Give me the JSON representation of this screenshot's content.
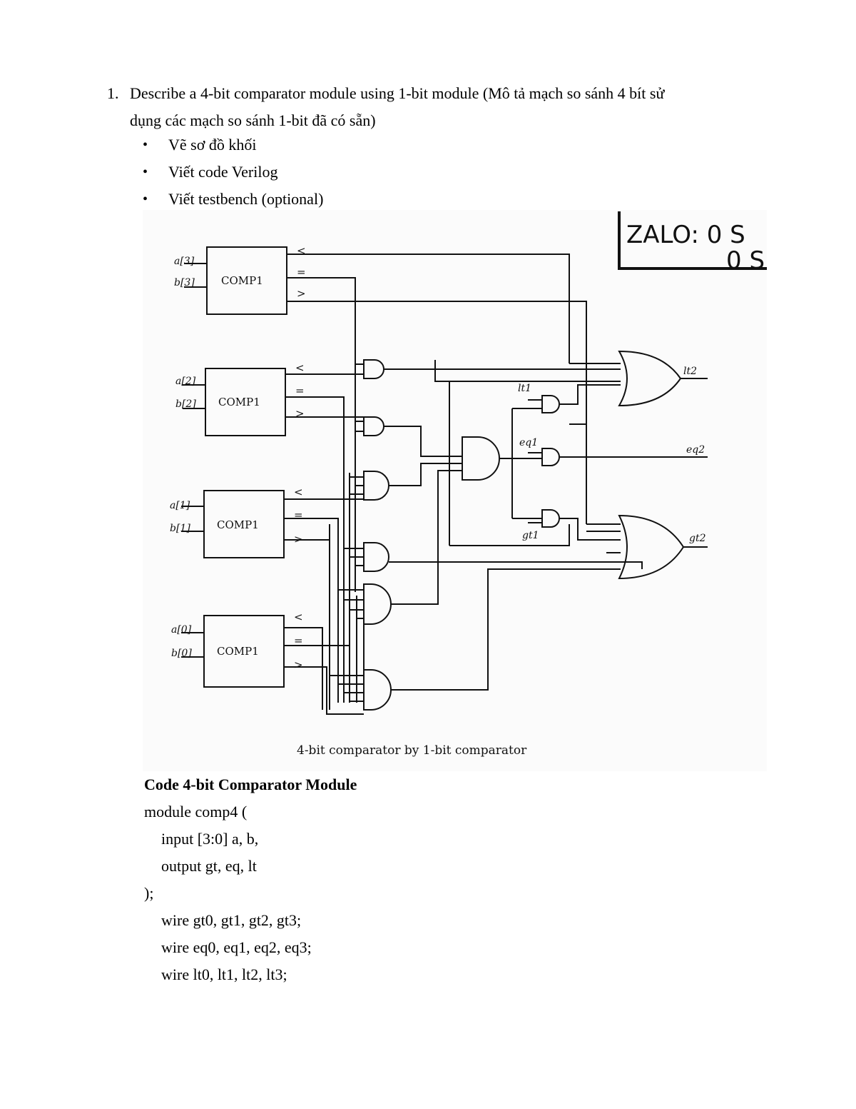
{
  "question": {
    "number": "1.",
    "text_line1": "Describe a 4-bit comparator module using 1-bit module (Mô tả mạch so sánh 4 bít sử",
    "text_line2": "dụng các mạch so sánh 1-bit đã có sẵn)"
  },
  "bullets": [
    {
      "marker": "•",
      "text": "Vẽ sơ đồ khối"
    },
    {
      "marker": "•",
      "text": "Viết code Verilog"
    },
    {
      "marker": "•",
      "text": "Viết testbench (optional)"
    }
  ],
  "figure": {
    "caption": "4-bit comparator by 1-bit comparator",
    "overlay_line1": "ZALO: 0 S",
    "overlay_line2": "0 S",
    "blocks": [
      {
        "label": "COMP1",
        "in_a": "a[3]",
        "in_b": "b[3]"
      },
      {
        "label": "COMP1",
        "in_a": "a[2]",
        "in_b": "b[2]"
      },
      {
        "label": "COMP1",
        "in_a": "a[1]",
        "in_b": "b[1]"
      },
      {
        "label": "COMP1",
        "in_a": "a[0]",
        "in_b": "b[0]"
      }
    ],
    "out_lt": "<",
    "out_eq": "=",
    "out_gt": ">",
    "signals": {
      "lt1": "lt1",
      "eq1": "eq1",
      "gt1": "gt1",
      "lt2": "lt2",
      "eq2": "eq2",
      "gt2": "gt2"
    }
  },
  "code": {
    "title": "Code 4-bit Comparator Module",
    "lines": [
      {
        "text": "module comp4 (",
        "indent": false
      },
      {
        "text": "input [3:0] a, b,",
        "indent": true
      },
      {
        "text": "output gt, eq, lt",
        "indent": true
      },
      {
        "text": ");",
        "indent": false
      },
      {
        "text": "wire gt0, gt1, gt2, gt3;",
        "indent": true
      },
      {
        "text": "wire eq0, eq1, eq2, eq3;",
        "indent": true
      },
      {
        "text": "wire lt0, lt1, lt2, lt3;",
        "indent": true
      }
    ]
  }
}
